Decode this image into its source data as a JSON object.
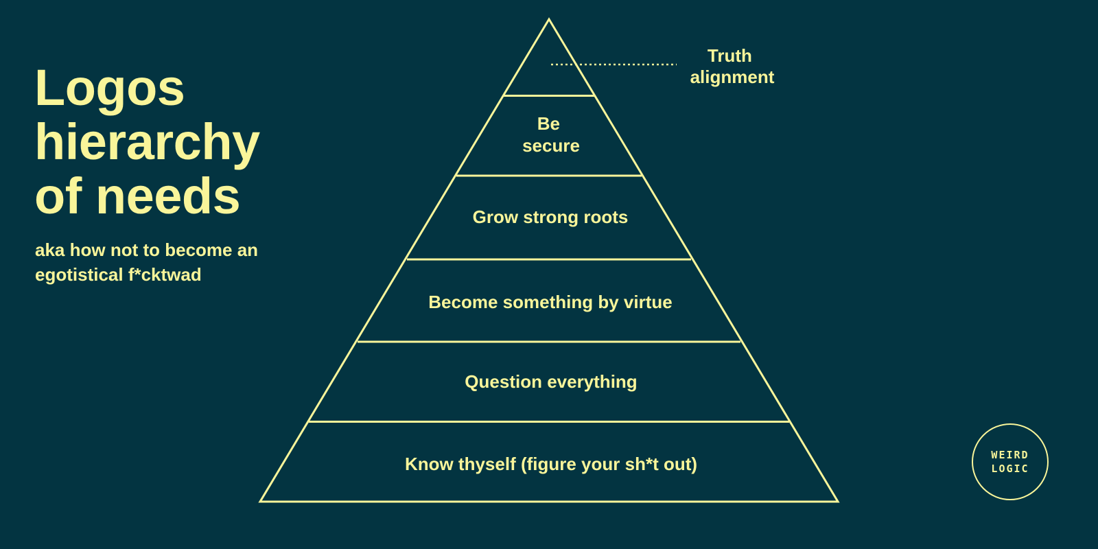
{
  "title_lines": [
    "Logos",
    "hierarchy",
    "of needs"
  ],
  "subtitle_lines": [
    "aka how not to become an",
    "egotistical f*cktwad"
  ],
  "pyramid": {
    "levels_top_to_bottom": [
      {
        "label_lines": [
          "Truth",
          "alignment"
        ],
        "callout": true
      },
      {
        "label_lines": [
          "Be",
          "secure"
        ]
      },
      {
        "label_lines": [
          "Grow strong roots"
        ]
      },
      {
        "label_lines": [
          "Become something by virtue"
        ]
      },
      {
        "label_lines": [
          "Question everything"
        ]
      },
      {
        "label_lines": [
          "Know thyself (figure your sh*t out)"
        ]
      }
    ]
  },
  "logo": {
    "lines": [
      "WEIRD",
      "LOGIC"
    ]
  },
  "colors": {
    "background": "#033441",
    "foreground": "#f9f59a"
  }
}
